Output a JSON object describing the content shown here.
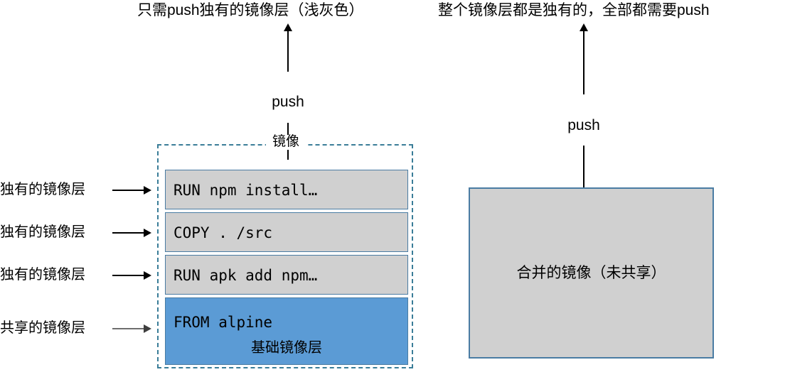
{
  "diagram": {
    "left_panel": {
      "title": "只需push独有的镜像层（浅灰色）",
      "push_label": "push",
      "container_label": "镜像",
      "layers": [
        {
          "command": "RUN npm install…",
          "kind": "unique",
          "callout": "独有的镜像层"
        },
        {
          "command": "COPY . /src",
          "kind": "unique",
          "callout": "独有的镜像层"
        },
        {
          "command": "RUN apk add npm…",
          "kind": "unique",
          "callout": "独有的镜像层"
        },
        {
          "command": "FROM alpine",
          "sublabel": "基础镜像层",
          "kind": "base",
          "callout": "共享的镜像层"
        }
      ]
    },
    "right_panel": {
      "title": "整个镜像层都是独有的，全部都需要push",
      "push_label": "push",
      "box_label": "合并的镜像（未共享）"
    },
    "colors": {
      "unique_layer_fill": "#d0d0d0",
      "base_layer_fill": "#5b9bd5",
      "layer_border": "#4a7ca3",
      "dashed_border": "#3a7d98",
      "arrow_dark": "#000000",
      "arrow_gray": "#6e6e6e",
      "background": "#ffffff"
    }
  }
}
